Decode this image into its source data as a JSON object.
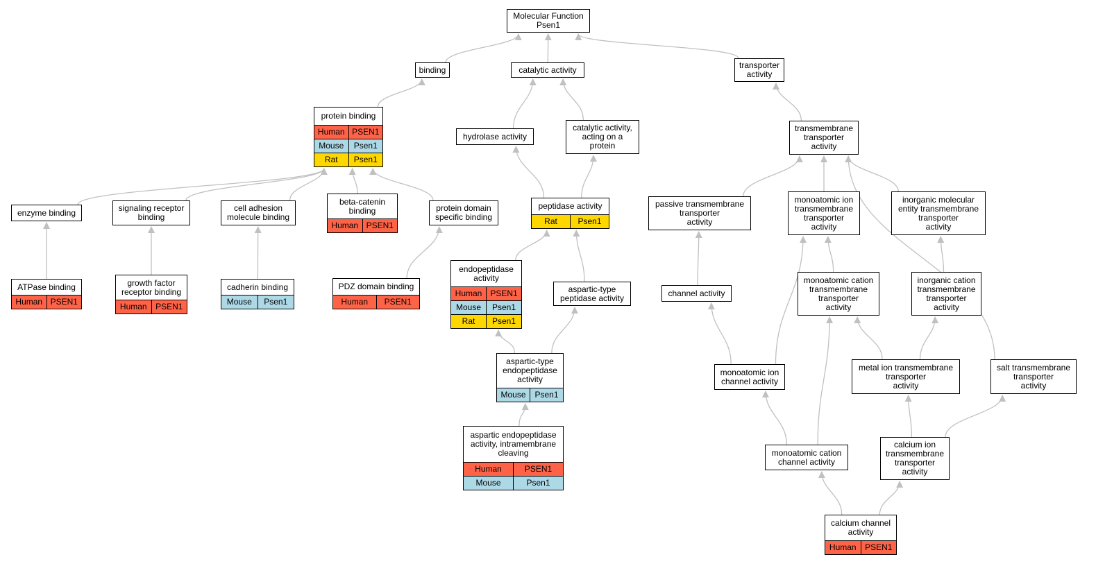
{
  "colors": {
    "edge": "#c0c0c0",
    "Human": "#ff6347",
    "Mouse": "#add8e6",
    "Rat": "#ffd700"
  },
  "nodes": [
    {
      "id": "molecular-function",
      "label": "Molecular Function\nPsen1",
      "rows": []
    },
    {
      "id": "binding",
      "label": "binding",
      "rows": []
    },
    {
      "id": "catalytic-activity",
      "label": "catalytic activity",
      "rows": []
    },
    {
      "id": "transporter-activity",
      "label": "transporter\nactivity",
      "rows": []
    },
    {
      "id": "protein-binding",
      "label": "protein binding",
      "rows": [
        [
          "Human",
          "PSEN1"
        ],
        [
          "Mouse",
          "Psen1"
        ],
        [
          "Rat",
          "Psen1"
        ]
      ]
    },
    {
      "id": "hydrolase-activity",
      "label": "hydrolase activity",
      "rows": []
    },
    {
      "id": "catalytic-acting-on-protein",
      "label": "catalytic activity,\nacting on a\nprotein",
      "rows": []
    },
    {
      "id": "transmembrane-transporter",
      "label": "transmembrane\ntransporter\nactivity",
      "rows": []
    },
    {
      "id": "enzyme-binding",
      "label": "enzyme binding",
      "rows": []
    },
    {
      "id": "signaling-receptor-binding",
      "label": "signaling receptor\nbinding",
      "rows": []
    },
    {
      "id": "cell-adhesion-molecule-binding",
      "label": "cell adhesion\nmolecule binding",
      "rows": []
    },
    {
      "id": "beta-catenin-binding",
      "label": "beta-catenin\nbinding",
      "rows": [
        [
          "Human",
          "PSEN1"
        ]
      ]
    },
    {
      "id": "protein-domain-specific-binding",
      "label": "protein domain\nspecific binding",
      "rows": []
    },
    {
      "id": "peptidase-activity",
      "label": "peptidase activity",
      "rows": [
        [
          "Rat",
          "Psen1"
        ]
      ]
    },
    {
      "id": "passive-transmembrane-transporter",
      "label": "passive transmembrane\ntransporter\nactivity",
      "rows": []
    },
    {
      "id": "monoatomic-ion-transmembrane-transporter",
      "label": "monoatomic ion\ntransmembrane\ntransporter\nactivity",
      "rows": []
    },
    {
      "id": "inorganic-molecular-entity-transmembrane-transporter",
      "label": "inorganic molecular\nentity transmembrane\ntransporter\nactivity",
      "rows": []
    },
    {
      "id": "atpase-binding",
      "label": "ATPase binding",
      "rows": [
        [
          "Human",
          "PSEN1"
        ]
      ]
    },
    {
      "id": "growth-factor-receptor-binding",
      "label": "growth factor\nreceptor binding",
      "rows": [
        [
          "Human",
          "PSEN1"
        ]
      ]
    },
    {
      "id": "cadherin-binding",
      "label": "cadherin binding",
      "rows": [
        [
          "Mouse",
          "Psen1"
        ]
      ]
    },
    {
      "id": "pdz-domain-binding",
      "label": "PDZ domain binding",
      "rows": [
        [
          "Human",
          "PSEN1"
        ]
      ]
    },
    {
      "id": "endopeptidase-activity",
      "label": "endopeptidase\nactivity",
      "rows": [
        [
          "Human",
          "PSEN1"
        ],
        [
          "Mouse",
          "Psen1"
        ],
        [
          "Rat",
          "Psen1"
        ]
      ]
    },
    {
      "id": "aspartic-type-peptidase",
      "label": "aspartic-type\npeptidase activity",
      "rows": []
    },
    {
      "id": "channel-activity",
      "label": "channel activity",
      "rows": []
    },
    {
      "id": "monoatomic-cation-transmembrane-transporter",
      "label": "monoatomic cation\ntransmembrane\ntransporter\nactivity",
      "rows": []
    },
    {
      "id": "inorganic-cation-transmembrane-transporter",
      "label": "inorganic cation\ntransmembrane\ntransporter\nactivity",
      "rows": []
    },
    {
      "id": "aspartic-type-endopeptidase",
      "label": "aspartic-type\nendopeptidase\nactivity",
      "rows": [
        [
          "Mouse",
          "Psen1"
        ]
      ]
    },
    {
      "id": "monoatomic-ion-channel",
      "label": "monoatomic ion\nchannel activity",
      "rows": []
    },
    {
      "id": "metal-ion-transmembrane-transporter",
      "label": "metal ion transmembrane\ntransporter\nactivity",
      "rows": []
    },
    {
      "id": "salt-transmembrane-transporter",
      "label": "salt transmembrane\ntransporter\nactivity",
      "rows": []
    },
    {
      "id": "aspartic-endopeptidase-intramembrane",
      "label": "aspartic endopeptidase\nactivity, intramembrane\ncleaving",
      "rows": [
        [
          "Human",
          "PSEN1"
        ],
        [
          "Mouse",
          "Psen1"
        ]
      ]
    },
    {
      "id": "monoatomic-cation-channel",
      "label": "monoatomic cation\nchannel activity",
      "rows": []
    },
    {
      "id": "calcium-ion-transmembrane-transporter",
      "label": "calcium ion\ntransmembrane\ntransporter\nactivity",
      "rows": []
    },
    {
      "id": "calcium-channel-activity",
      "label": "calcium channel\nactivity",
      "rows": [
        [
          "Human",
          "PSEN1"
        ]
      ]
    }
  ],
  "edges": [
    [
      "binding",
      "molecular-function"
    ],
    [
      "catalytic-activity",
      "molecular-function"
    ],
    [
      "transporter-activity",
      "molecular-function"
    ],
    [
      "protein-binding",
      "binding"
    ],
    [
      "hydrolase-activity",
      "catalytic-activity"
    ],
    [
      "catalytic-acting-on-protein",
      "catalytic-activity"
    ],
    [
      "transmembrane-transporter",
      "transporter-activity"
    ],
    [
      "enzyme-binding",
      "protein-binding"
    ],
    [
      "signaling-receptor-binding",
      "protein-binding"
    ],
    [
      "cell-adhesion-molecule-binding",
      "protein-binding"
    ],
    [
      "beta-catenin-binding",
      "protein-binding"
    ],
    [
      "protein-domain-specific-binding",
      "protein-binding"
    ],
    [
      "peptidase-activity",
      "hydrolase-activity"
    ],
    [
      "peptidase-activity",
      "catalytic-acting-on-protein"
    ],
    [
      "passive-transmembrane-transporter",
      "transmembrane-transporter"
    ],
    [
      "monoatomic-ion-transmembrane-transporter",
      "transmembrane-transporter"
    ],
    [
      "inorganic-molecular-entity-transmembrane-transporter",
      "transmembrane-transporter"
    ],
    [
      "salt-transmembrane-transporter",
      "transmembrane-transporter"
    ],
    [
      "atpase-binding",
      "enzyme-binding"
    ],
    [
      "growth-factor-receptor-binding",
      "signaling-receptor-binding"
    ],
    [
      "cadherin-binding",
      "cell-adhesion-molecule-binding"
    ],
    [
      "pdz-domain-binding",
      "protein-domain-specific-binding"
    ],
    [
      "endopeptidase-activity",
      "peptidase-activity"
    ],
    [
      "aspartic-type-peptidase",
      "peptidase-activity"
    ],
    [
      "channel-activity",
      "passive-transmembrane-transporter"
    ],
    [
      "monoatomic-cation-transmembrane-transporter",
      "monoatomic-ion-transmembrane-transporter"
    ],
    [
      "inorganic-cation-transmembrane-transporter",
      "inorganic-molecular-entity-transmembrane-transporter"
    ],
    [
      "aspartic-type-endopeptidase",
      "endopeptidase-activity"
    ],
    [
      "aspartic-type-endopeptidase",
      "aspartic-type-peptidase"
    ],
    [
      "monoatomic-ion-channel",
      "channel-activity"
    ],
    [
      "monoatomic-ion-channel",
      "monoatomic-ion-transmembrane-transporter"
    ],
    [
      "metal-ion-transmembrane-transporter",
      "monoatomic-cation-transmembrane-transporter"
    ],
    [
      "metal-ion-transmembrane-transporter",
      "inorganic-cation-transmembrane-transporter"
    ],
    [
      "aspartic-endopeptidase-intramembrane",
      "aspartic-type-endopeptidase"
    ],
    [
      "monoatomic-cation-channel",
      "monoatomic-ion-channel"
    ],
    [
      "monoatomic-cation-channel",
      "monoatomic-cation-transmembrane-transporter"
    ],
    [
      "calcium-ion-transmembrane-transporter",
      "metal-ion-transmembrane-transporter"
    ],
    [
      "calcium-ion-transmembrane-transporter",
      "salt-transmembrane-transporter"
    ],
    [
      "calcium-channel-activity",
      "monoatomic-cation-channel"
    ],
    [
      "calcium-channel-activity",
      "calcium-ion-transmembrane-transporter"
    ]
  ]
}
